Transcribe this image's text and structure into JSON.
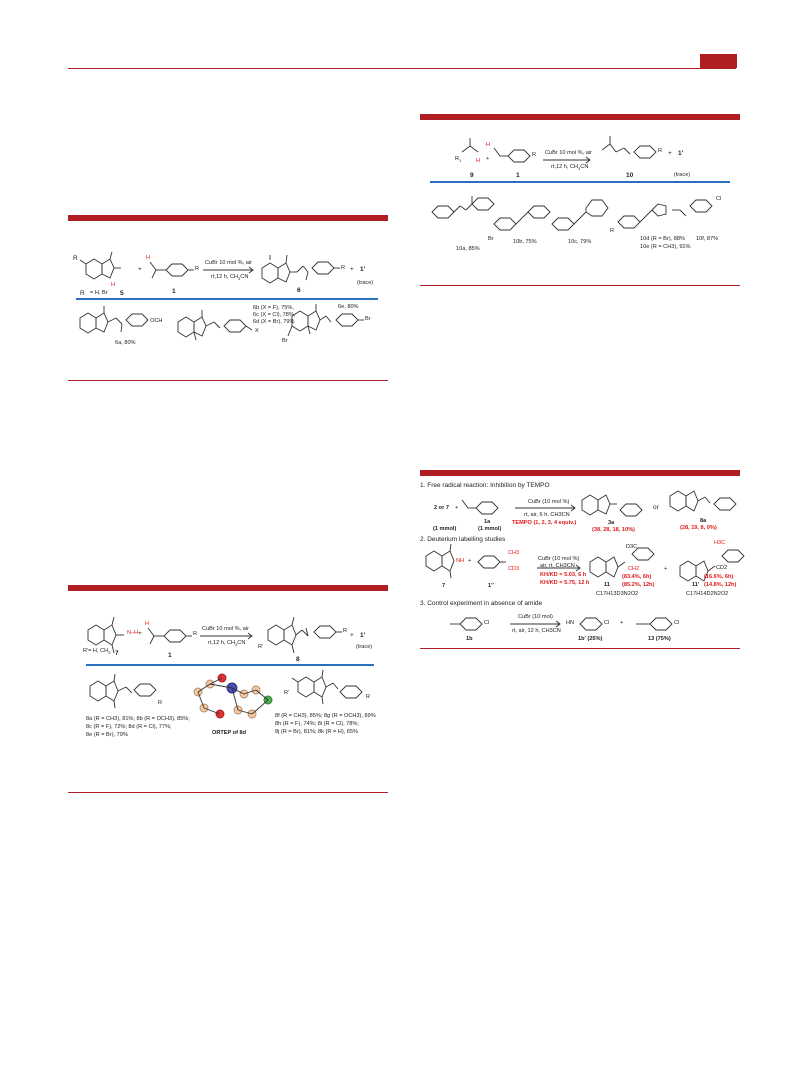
{
  "scheme1": {
    "r1": "R",
    "r1_def": "R",
    "r1_values": "= H, Br",
    "num5": "5",
    "plus": "+",
    "num1": "1",
    "conditions1": "CuBr 10 mol %, air",
    "conditions2": "rt,12 h, CH",
    "conditions2b": "CN",
    "product_label": "6",
    "byproduct": "1'",
    "trace": "(trace)",
    "p6a": "6a, 80%",
    "p6b": "6b (X = F), 75%,",
    "p6c": "6c (X = Cl), 78%,",
    "p6d": "6d (X = Br), 79%",
    "p6e": "6e, 80%",
    "och3": "OCH",
    "x": "X",
    "br": "Br",
    "r": "R"
  },
  "scheme2": {
    "r_values": "R'= H, CH",
    "num7": "7",
    "num1": "1",
    "conditions1": "CuBr 10 mol %, air",
    "conditions2": "rt,12 h, CH",
    "conditions2b": "CN",
    "product_label": "8",
    "byproduct": "1'",
    "trace": "(trace)",
    "ortep": "ORTEP  of 8d",
    "y1": "8a (R = CH3), 81%; 8b (R = OCH3), 85%;",
    "y2": "8c (R = F), 72%; 8d (R = Cl), 77%;",
    "y3": "8e (R = Br), 79%",
    "z1": "8f (R = CH3), 85%; 8g (R = OCH3), 89%",
    "z2": "8h (R = F), 74%; 8i (R = Cl),  78%;",
    "z3": "8j (R = Br), 81%; 8k (R = H), 65%"
  },
  "scheme3": {
    "num9": "9",
    "num1": "1",
    "num10": "10",
    "conditions1": "CuBr 10 mol %, air",
    "conditions2": "rt,12 h, CH",
    "conditions2b": "CN",
    "byproduct": "1'",
    "trace": "(trace)",
    "p10a": "10a, 85%",
    "p10b": "10b, 75%",
    "p10c": "10c, 79%",
    "p10d": "10d (R = Br), 88%",
    "p10e": "10e (R = CH3), 91%",
    "p10f": "10f, 87%",
    "br": "Br",
    "cl": "Cl"
  },
  "scheme4": {
    "s1_title": "1. Free radical reaction: Inhibition by TEMPO",
    "s1_reactants": "2 or 7",
    "s1_1a": "1a",
    "s1_mmol1": "(1 mmol)",
    "s1_mmol2": "(1 mmol)",
    "s1_cond1": "CuBr (10 mol %)",
    "s1_cond2": "rt, air, 6 h, CH3CN",
    "s1_tempo": "TEMPO (1, 2, 3, 4 equiv.)",
    "s1_3a": "3a",
    "s1_3a_y": "(38, 28, 18, 10%)",
    "s1_or": "or",
    "s1_8a": "8a",
    "s1_8a_y": "(28, 19, 8, 0%)",
    "s2_title": "2. Deuterium labelling studies",
    "s2_7": "7",
    "s2_1pp": "1''",
    "s2_cond1": "CuBr (10 mol %)",
    "s2_cond2": "air, rt, CH3CN",
    "s2_kie1": "KH/KD = 5.03, 6 h",
    "s2_kie2": "KH/KD = 5.75, 12 h",
    "s2_11": "11",
    "s2_11_y": "(83.4%, 6h)",
    "s2_11_y2": "(85.2%, 12h)",
    "s2_11_f": "C17H13D3N2O2",
    "s2_11p": "11'",
    "s2_11p_y": "(16.6%, 6h)",
    "s2_11p_y2": "(14.8%, 12h)",
    "s2_11p_f": "C17H14D2N2O2",
    "s3_title": "3. Control experiment in absence of amide",
    "s3_1b": "1b",
    "s3_cond1": "CuBr (10 mol)",
    "s3_cond2": "rt, air, 12 h, CH3CN",
    "s3_1p": "1b' (25%)",
    "s3_13": "13 (75%)",
    "cl": "Cl",
    "hn": "HN"
  }
}
